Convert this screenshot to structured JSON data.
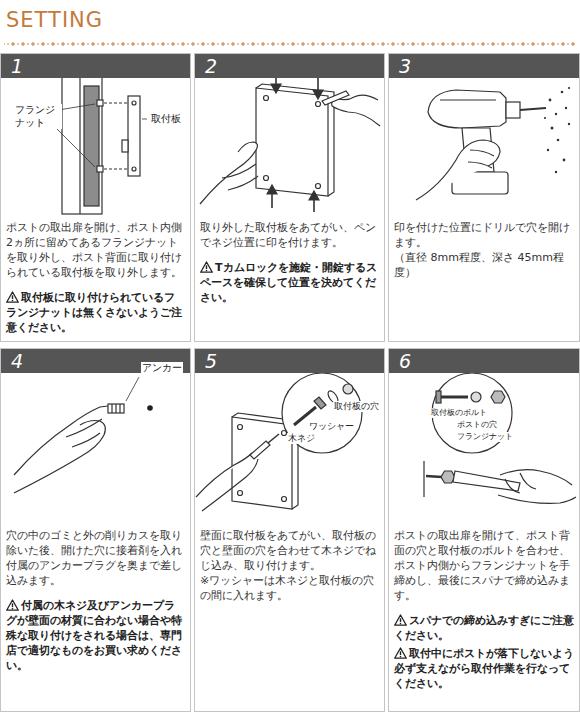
{
  "diagram": {
    "title": "SETTING",
    "nodes": [
      {
        "text": [
          "1",
          "ポストの取出扉を開け、ポスト内側2ヵ所に留めてあるフランジナットを取り外し、ポスト背面に取り付けられている取付板を取り外します。",
          "取付板に取り付けられているフランジナットは無くさないようご注意ください。"
        ]
      },
      {
        "text": [
          "2",
          "取り外した取付板をあてがい、ペンでネジ位置に印を付けます。",
          "Tカムロックを施錠・開錠するスペースを確保して位置を決めてください。"
        ]
      },
      {
        "text": [
          "3",
          "印を付けた位置にドリルで穴を開けます。",
          "（直径 8mm程度、深さ 45mm程度）"
        ]
      },
      {
        "text": [
          "4",
          "穴の中のゴミと外の削りカスを取り除いた後、開けた穴に接着剤を入れ付属のアンカープラグを奥まで差し込みます。",
          "付属の木ネジ及びアンカープラグが壁面の材質に合わない場合や特殊な取り付けをされる場合は、専門店で適切なものをお買い求めください。"
        ]
      },
      {
        "text": [
          "5",
          "壁面に取付板をあてがい、取付板の穴と壁面の穴を合わせて木ネジでねじ込み、取り付けます。",
          "※ワッシャーは木ネジと取付板の穴の間に入れます。"
        ]
      },
      {
        "text": [
          "6",
          "ポストの取出扉を開けて、ポスト背面の穴と取付板のボルトを合わせ、ポスト内側からフランジナットを手締めし、最後にスパナで締め込みます。",
          "スパナでの締め込みすぎにご注意ください。",
          "取付中にポストが落下しないよう必ず支えながら取付作業を行なってください。"
        ]
      }
    ],
    "labels": [
      "フランジ ナット",
      "取付板",
      "アンカー",
      "取付板の穴",
      "ワッシャー",
      "木ネジ",
      "取付板のボルト",
      "ポストの穴",
      "フランジナット"
    ]
  }
}
